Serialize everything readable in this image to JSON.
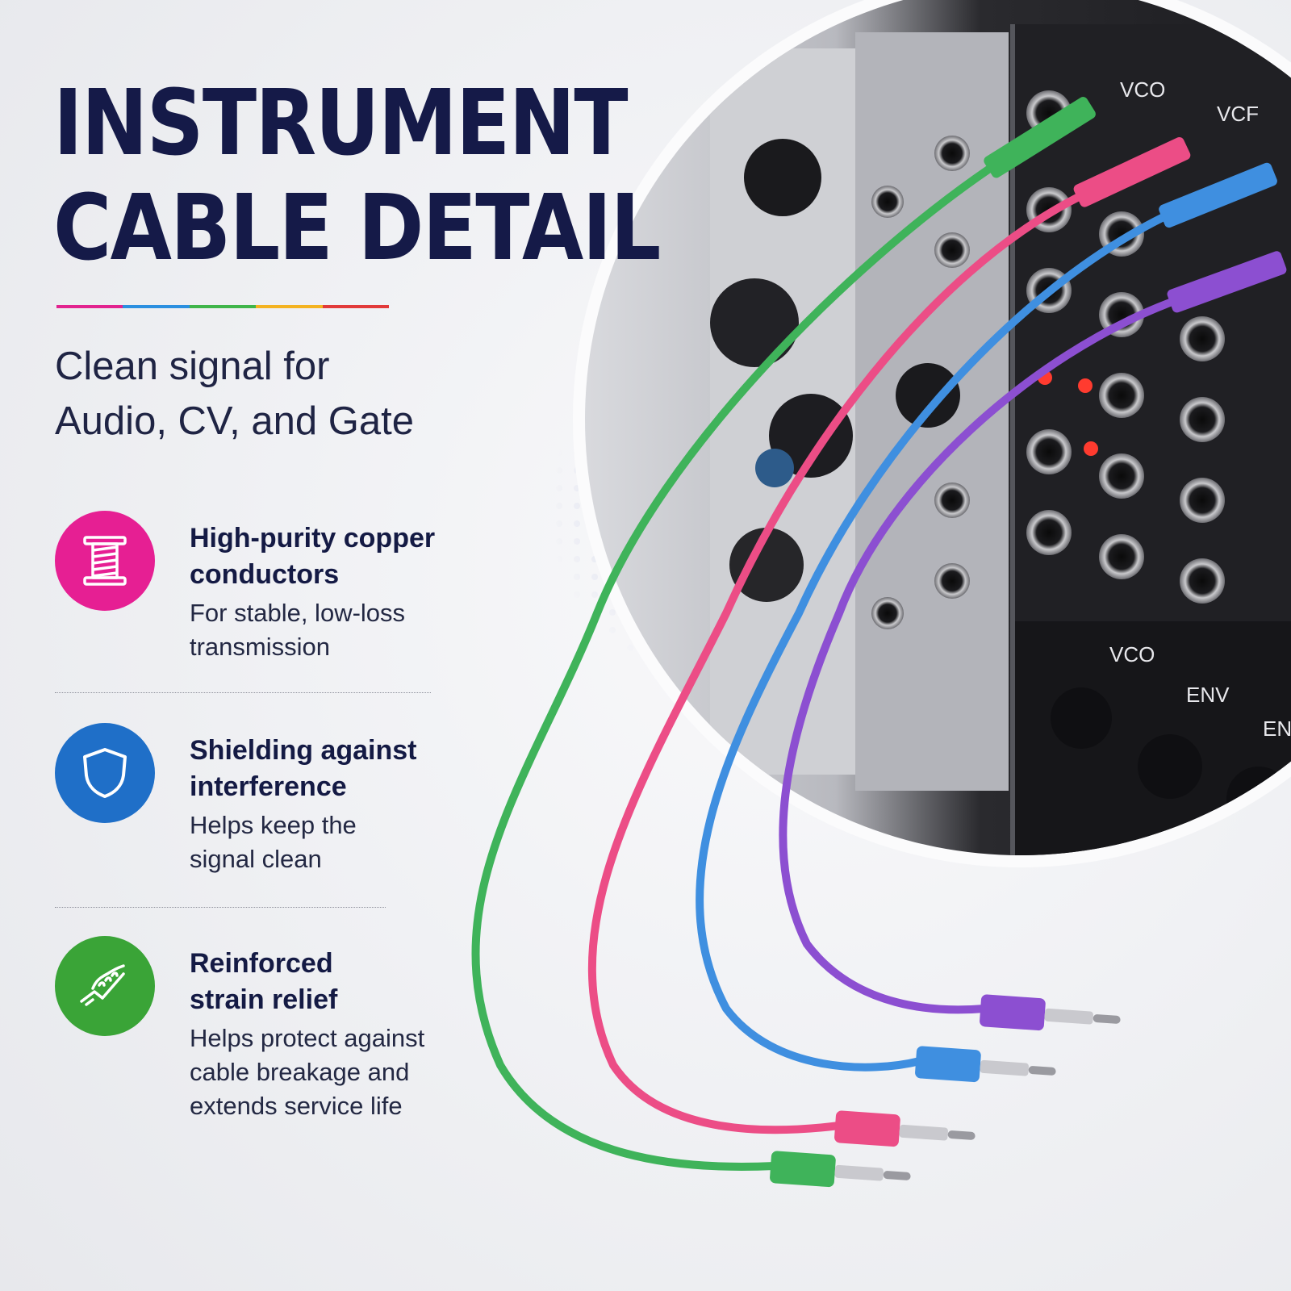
{
  "title": {
    "line1": "INSTRUMENT",
    "line2": "CABLE DETAIL"
  },
  "subtitle": {
    "line1": "Clean signal for",
    "line2": "Audio, CV, and Gate"
  },
  "divider_colors": [
    "#e2238f",
    "#2b8fe0",
    "#3fb54a",
    "#f4b321",
    "#e23a3a"
  ],
  "features": [
    {
      "icon": "copper-coil-icon",
      "color": "#e61f93",
      "heading_line1": "High-purity copper",
      "heading_line2": "conductors",
      "desc_line1": "For stable, low-loss",
      "desc_line2": "transmission"
    },
    {
      "icon": "shield-icon",
      "color": "#1f6fc8",
      "heading_line1": "Shielding against",
      "heading_line2": "interference",
      "desc_line1": "Helps keep the",
      "desc_line2": "signal clean"
    },
    {
      "icon": "strain-relief-icon",
      "color": "#3aa437",
      "heading_line1": "Reinforced",
      "heading_line2": "strain relief",
      "desc_line1": "Helps protect against",
      "desc_line2": "cable breakage and",
      "desc_line3": "extends service life"
    }
  ],
  "panel_labels": [
    "VCO",
    "VCF",
    "VCO",
    "ENV",
    "EN"
  ],
  "cable_colors": [
    "#3fb35a",
    "#ec4d86",
    "#3f8fe0",
    "#8c4fd1"
  ]
}
